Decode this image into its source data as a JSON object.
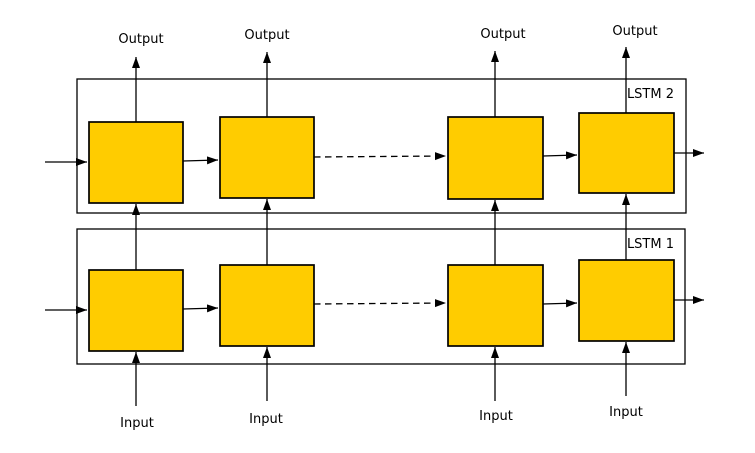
{
  "diagram": {
    "type": "stacked-lstm-architecture",
    "background": "#FFFFFF",
    "colors": {
      "cell_fill": "#FFCC00",
      "cell_stroke": "#000000",
      "line": "#000000"
    },
    "layers": [
      {
        "label": "LSTM 2",
        "cells": 4,
        "outputs": [
          "Output",
          "Output",
          "Output",
          "Output"
        ]
      },
      {
        "label": "LSTM 1",
        "cells": 4,
        "inputs": [
          "Input",
          "Input",
          "Input",
          "Input"
        ]
      }
    ]
  }
}
